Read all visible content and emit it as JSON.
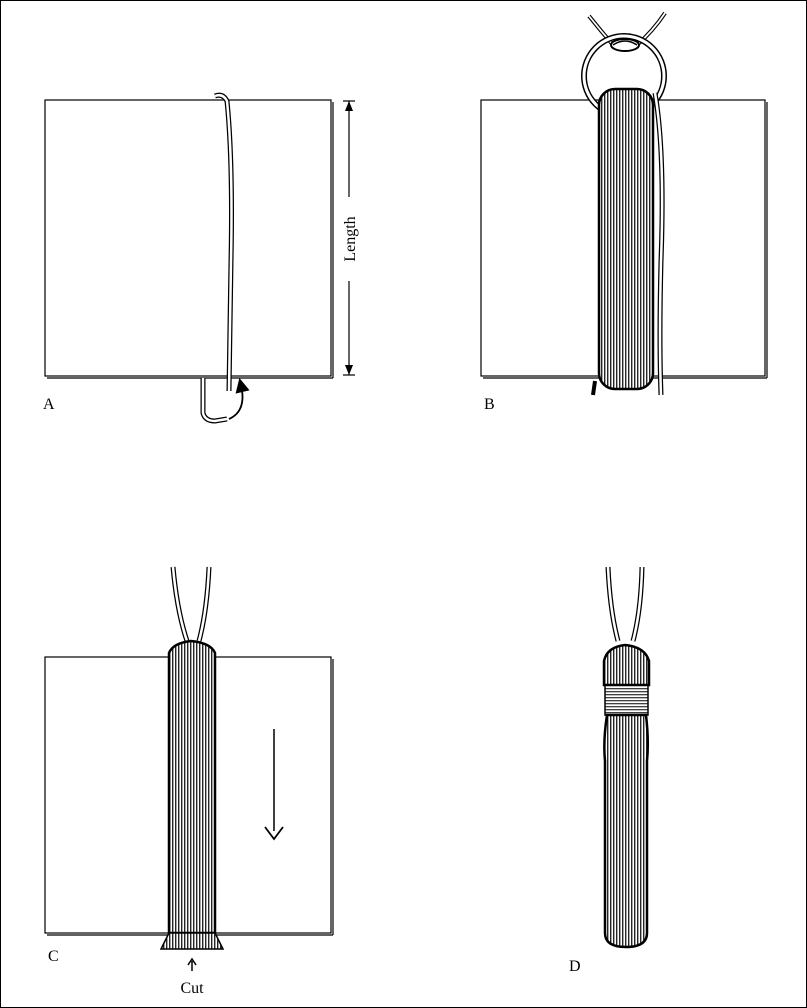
{
  "panels": {
    "a": {
      "label": "A",
      "dimension_label": "Length"
    },
    "b": {
      "label": "B"
    },
    "c": {
      "label": "C",
      "cut_label": "Cut"
    },
    "d": {
      "label": "D"
    }
  },
  "colors": {
    "line": "#000000",
    "paper": "#ffffff",
    "hatch": "#000000"
  }
}
